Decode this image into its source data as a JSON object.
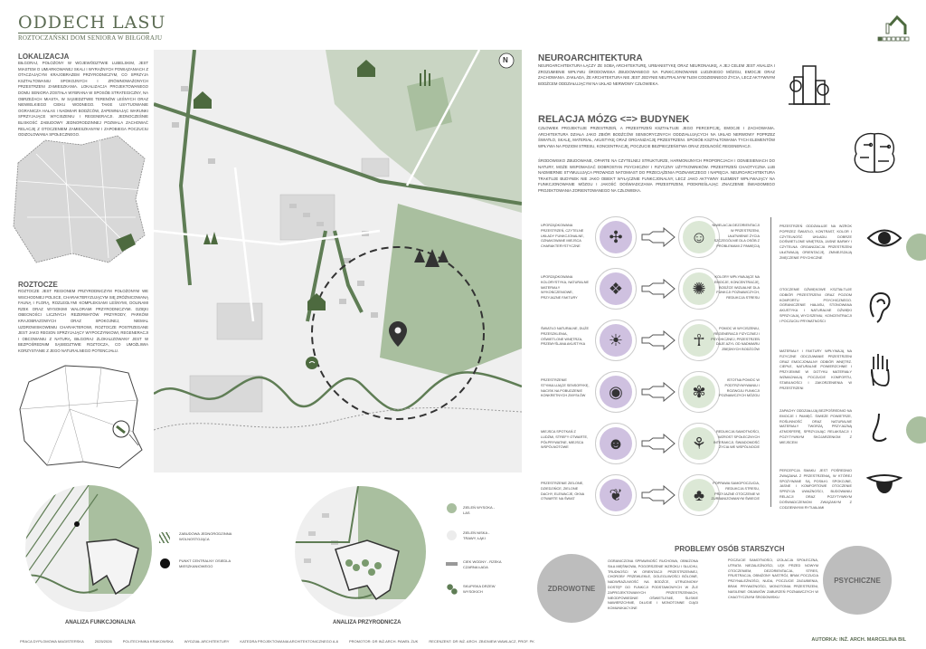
{
  "header": {
    "title": "ODDECH LASU",
    "subtitle": "ROZTOCZAŃSKI DOM SENIORA W BIŁGORAJU"
  },
  "lokalizacja": {
    "heading": "LOKALIZACJA",
    "text": "Biłgoraj, położony w województwie lubelskim, jest miastem o umiarkowanej skali i wyraźnych powiązaniach z otaczającym krajobrazem przyrodniczym, co sprzyja kształtowaniu spokojnych i zrównoważonych przestrzeni zamieszkania. Lokalizacja projektowanego domu seniora została wybrana w sposób strategiczny, na obrzeżach miasta, w sąsiedztwie terenów leśnych oraz niewielkiego cieku wodnego. Takie usytuowanie ogranicza hałas i nadmiar bodźców, zapewniając warunki sprzyjające wyciszeniu i regeneracji. Jednocześnie bliskość zabudowy jednorodzinnej pozwala zachować relację z otoczeniem zamieszkanym i zapobiega poczuciu odizolowania społecznego."
  },
  "roztocze": {
    "heading": "ROZTOCZE",
    "text": "Roztocze jest regionem przyrodniczym położonym we wschodniej Polsce, charakteryzującym się zróżnicowaną fauną i florą, rozległymi kompleksami leśnymi, dolinami rzek oraz wysokimi walorami przyrodniczymi. Dzięki obecności licznych rezerwatów przyrody, parków krajobrazowych oraz spokojnej, niemal uzdrowiskowemu charakterowi, Roztocze postrzegane jest jako region sprzyjający wypoczynkowi, regeneracji i obcowaniu z naturą. Biłgoraj zlokalizowany jest w bezpośrednim sąsiedztwie Roztocza, co umożliwia korzystanie z jego naturalnego potencjału."
  },
  "map": {
    "north_label": "N"
  },
  "neuro": {
    "heading": "NEUROARCHITEKTURA",
    "text": "Neuroarchitektura łączy ze sobą architekturę, urbanistykę oraz neuronaukę, a jej celem jest analiza i zrozumienie wpływu środowiska zbudowanego na funkcjonowanie ludzkiego mózgu, emocje oraz zachowania. Zakłada, że architektura nie jest jedynie neutralnym tłem codziennego życia, lecz aktywnym bodźcem oddziałującym na układ nerwowy człowieka."
  },
  "relacja": {
    "heading": "RELACJA MÓZG <=> BUDYNEK",
    "text1": "Człowiek projektuje przestrzeń, a przestrzeń kształtuje jego percepcję, emocje i zachowania. Architektura działa jako zbiór bodźców sensorycznych oddziałujących na układ nerwowy poprzez światło, skalę, materiał, akustykę oraz organizację przestrzeni. Sposób kształtowania tych elementów wpływa na poziom stresu, koncentrację, poczucie bezpieczeństwa oraz zdolność regeneracji.",
    "text2": "Środowisko zbudowane, oparte na czytelnej strukturze, harmonijnych proporcjach i odniesieniach do natury, może wspomagać dobrostan psychiczny i fizyczny użytkowników. Przestrzeń chaotyczna lub nadmiernie stymulująca prowadzi natomiast do przeciążenia poznawczego i napięcia. Neuroarchitektura traktuje budynek nie jako obiekt wyłącznie funkcjonalny, lecz jako aktywny element wpływający na funkcjonowanie mózgu i jakość doświadczania przestrzeni, podkreślając znaczenie świadomego projektowania zorientowanego na człowieka."
  },
  "rows": [
    {
      "left": "Uporządkowana przestrzeń, czytelne układy funkcjonalne, oznakowane miejsca charakterystyczne",
      "right": "Niwelacja dezorientacji w przestrzeni, ułatwienie życia szczególnie dla osób z problemami z pamięcią",
      "icon_left": "network-icon",
      "icon_right": "head-lightbulb-icon"
    },
    {
      "left": "Uporządkowana kolorystyka, naturalne materiały wykończeniowe, przyjazne faktury",
      "right": "Kolory wpływające na emocje, koncentrację, bodźce wizualne dla funkcji poznawczych, redukcja stresu",
      "icon_left": "materials-icon",
      "icon_right": "color-palette-icon"
    },
    {
      "left": "Światło naturalne, duże przeszklenia, oświetlone wnętrza, przemyślana akustyka",
      "right": "Pomoc w wyciszeniu, regeneracji fizycznej i psychicznej, przestrzeń daje azyl od nadmiaru zbędnych bodźców",
      "icon_left": "sunrise-icon",
      "icon_right": "meditation-icon"
    },
    {
      "left": "Przestrzenie stymulujące sensorykę, nacisk na pobudzenie konkretnych zmysłów",
      "right": "Istotna pomoc w podtrzymywaniu i rozwoju funkcji poznawczych mózgu",
      "icon_left": "senses-eye-icon",
      "icon_right": "brain-icon"
    },
    {
      "left": "Miejsca spotkań z ludźmi, strefy otwarte, półprywatne, miejsca wspólnotowe",
      "right": "Redukcja samotności, wzrost społecznych interakcji, świadomość życia we wspólnocie",
      "icon_left": "people-talking-icon",
      "icon_right": "community-icon"
    },
    {
      "left": "Przestrzenie zielone, dziedzińce, zielone dachy, elewacje, okna otwarte na świat",
      "right": "Poprawa samopoczucia, redukcja stresu, przyjazne otoczenie w zurbanizowanym świecie",
      "icon_left": "person-nature-icon",
      "icon_right": "green-city-icon"
    }
  ],
  "senses": [
    {
      "text": "Przestrzeń oddziałuje na wzrok poprzez światło, kontrast, kolor i czytelność układu. Dobrze doświetlone wnętrza, jasne barwy i czytelna organizacja przestrzeni ułatwiają orientację, zmniejszają zmęczenie psychiczne",
      "icon": "eye-icon"
    },
    {
      "text": "Otoczenie dźwiękowe kształtuje odbiór przestrzeni oraz poziom komfortu psychicznego. Ograniczenie hałasu, stonowana akustyka i naturalne dźwięki sprzyjają wyciszeniu, koncentracji i poczuciu prywatności",
      "icon": "ear-icon"
    },
    {
      "text": "Materiały i faktury wpływają na fizyczne odczuwanie przestrzeni oraz emocjonalny odbiór wnętrz. Ciepłe, naturalne powierzchnie i przyjemne w dotyku materiały wzmacniają poczucie komfortu, stabilności i zakorzenienia w przestrzeni",
      "icon": "hand-icon"
    },
    {
      "text": "Zapachy oddziałują bezpośrednio na emocje i pamięć. Świeże powietrze, roślinność oraz naturalne materiały tworzą przyjazną atmosferę, sprzyjając relaksacji i pozytywnym skojarzeniom z miejscem",
      "icon": "nose-icon"
    },
    {
      "text": "Percepcja smaku jest pośrednio związana z przestrzenią, w której spożywane są posiłki. Spokojne, jasne i komfortowe otoczenie sprzyja uważności, budowaniu relacji oraz pozytywnym doświadczeniom związanym z codziennymi rytuałami",
      "icon": "tongue-icon"
    }
  ],
  "analiza_funkcjonalna": {
    "title": "ANALIZA FUNKCJONALNA",
    "legend": [
      "Zabudowa jednorodzinna wolnostojąca",
      "Punkt centralny osiedla mieszkaniowego"
    ]
  },
  "analiza_przyrodnicza": {
    "title": "ANALIZA PRZYRODNICZA",
    "legend": [
      "Zieleń wysoka - las",
      "Zieleń niska - trawy, łąki",
      "Ciek wodny - rzeka Czarna Łada",
      "Skupiska drzew wysokich"
    ]
  },
  "problemy": {
    "heading": "PROBLEMY OSÓB STARSZYCH",
    "health_label": "ZDROWOTNE",
    "health_text": "Ograniczona sprawność ruchowa, obniżona siła mięśniowa, pogorszenie wzroku i słuchu, trudności w orientacji przestrzennej, choroby przewlekłe, dolegliwości bólowe, nadwrażliwość na bodźce, utrudniony dostęp do funkcji podstawowych w źle zaprojektowanych przestrzeniach, nieodpowiednie oświetlenie, śliskie nawierzchnie, długie i monotonne ciągi komunikacyjne",
    "psych_label": "PSYCHICZNE",
    "psych_text": "Poczucie samotności, izolacja społeczna, utrata niezależności, lęk przed nowym otoczeniem, dezorientacja, stres, frustracja, obniżony nastrój, brak poczucia przynależności, nuda, poczucie zagubienia, brak prywatności, monotonia przestrzeni, nasilenie objawów zaburzeń poznawczych w chaotycznym środowisku"
  },
  "footer": {
    "items": [
      "Praca dyplomowa magisterska",
      "2025/2026",
      "Politechnika Krakowska",
      "Wydział Architektury",
      "Katedra Projektowania Architektonicznego A-6",
      "Promotor: dr inż.arch. Paweł Żuk",
      "Recenzent: dr inż. arch. Zbigniew Wawlacz, prof. PK"
    ],
    "author": "AUTORKA: INŻ. ARCH. MARCELINA BIL"
  },
  "colors": {
    "accent": "#6e8a63",
    "green_fill": "#a9bf9f",
    "purple": "#cfc1e0",
    "mint": "#dce8d6",
    "gray": "#bdbdbd"
  }
}
